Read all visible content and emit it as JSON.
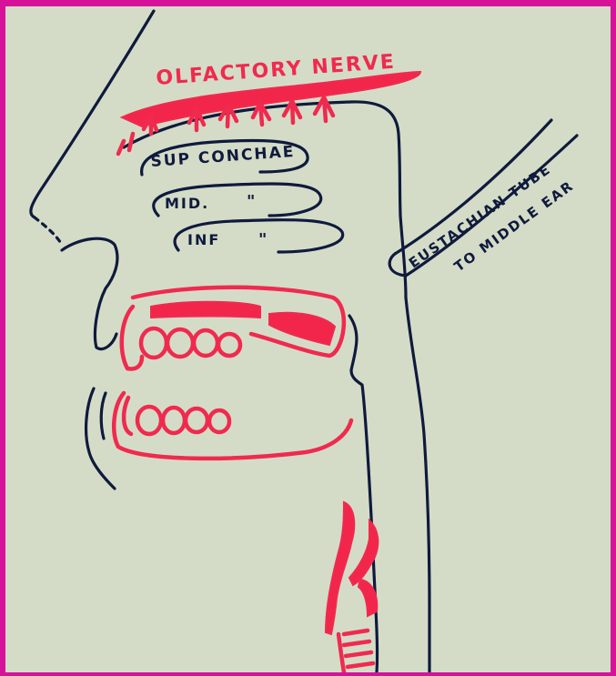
{
  "labels": {
    "olfactory_nerve": "OLFACTORY NERVE",
    "sup_conchae": "SUP CONCHAE",
    "mid": "MID.",
    "mid_ditto": "\"",
    "inf": "INF",
    "inf_ditto": "\"",
    "eustachian_tube": "EUSTACHIAN TUBE",
    "to_middle_ear": "TO MIDDLE EAR"
  },
  "colors": {
    "border": "#d6129a",
    "paper": "#d4dcc7",
    "blue_ink": "#0f1a3d",
    "red_ink": "#f02a4e"
  }
}
